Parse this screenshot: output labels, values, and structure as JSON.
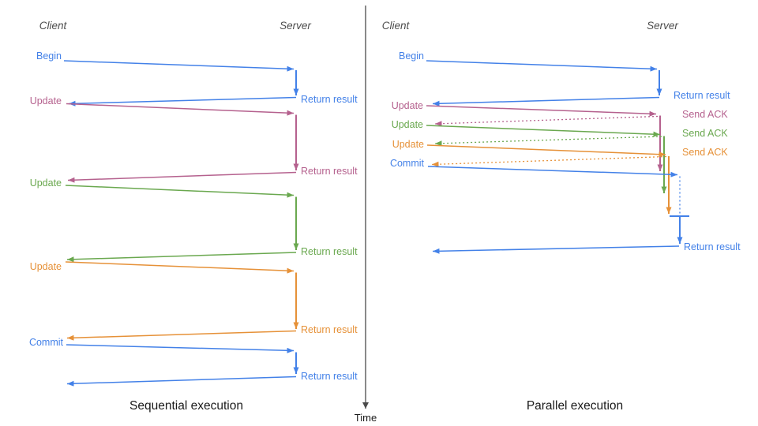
{
  "colors": {
    "blue": "#4381e8",
    "magenta": "#b5618e",
    "green": "#6aa84f",
    "orange": "#e69138",
    "axis": "#4a4a4a",
    "heading": "#4d4d4d",
    "caption": "#1a1a1a"
  },
  "axis": {
    "label": "Time"
  },
  "sequential": {
    "caption": "Sequential execution",
    "client": "Client",
    "server": "Server",
    "rows": [
      {
        "label": "Begin",
        "color": "blue",
        "response": "Return result"
      },
      {
        "label": "Update",
        "color": "magenta",
        "response": "Return result"
      },
      {
        "label": "Update",
        "color": "green",
        "response": "Return result"
      },
      {
        "label": "Update",
        "color": "orange",
        "response": "Return result"
      },
      {
        "label": "Commit",
        "color": "blue",
        "response": "Return result"
      }
    ]
  },
  "parallel": {
    "caption": "Parallel execution",
    "client": "Client",
    "server": "Server",
    "rows": [
      {
        "label": "Begin",
        "color": "blue",
        "response": "Return result"
      },
      {
        "label": "Update",
        "color": "magenta",
        "response": "Send ACK"
      },
      {
        "label": "Update",
        "color": "green",
        "response": "Send ACK"
      },
      {
        "label": "Update",
        "color": "orange",
        "response": "Send ACK"
      },
      {
        "label": "Commit",
        "color": "blue",
        "response": "Return result"
      }
    ]
  }
}
